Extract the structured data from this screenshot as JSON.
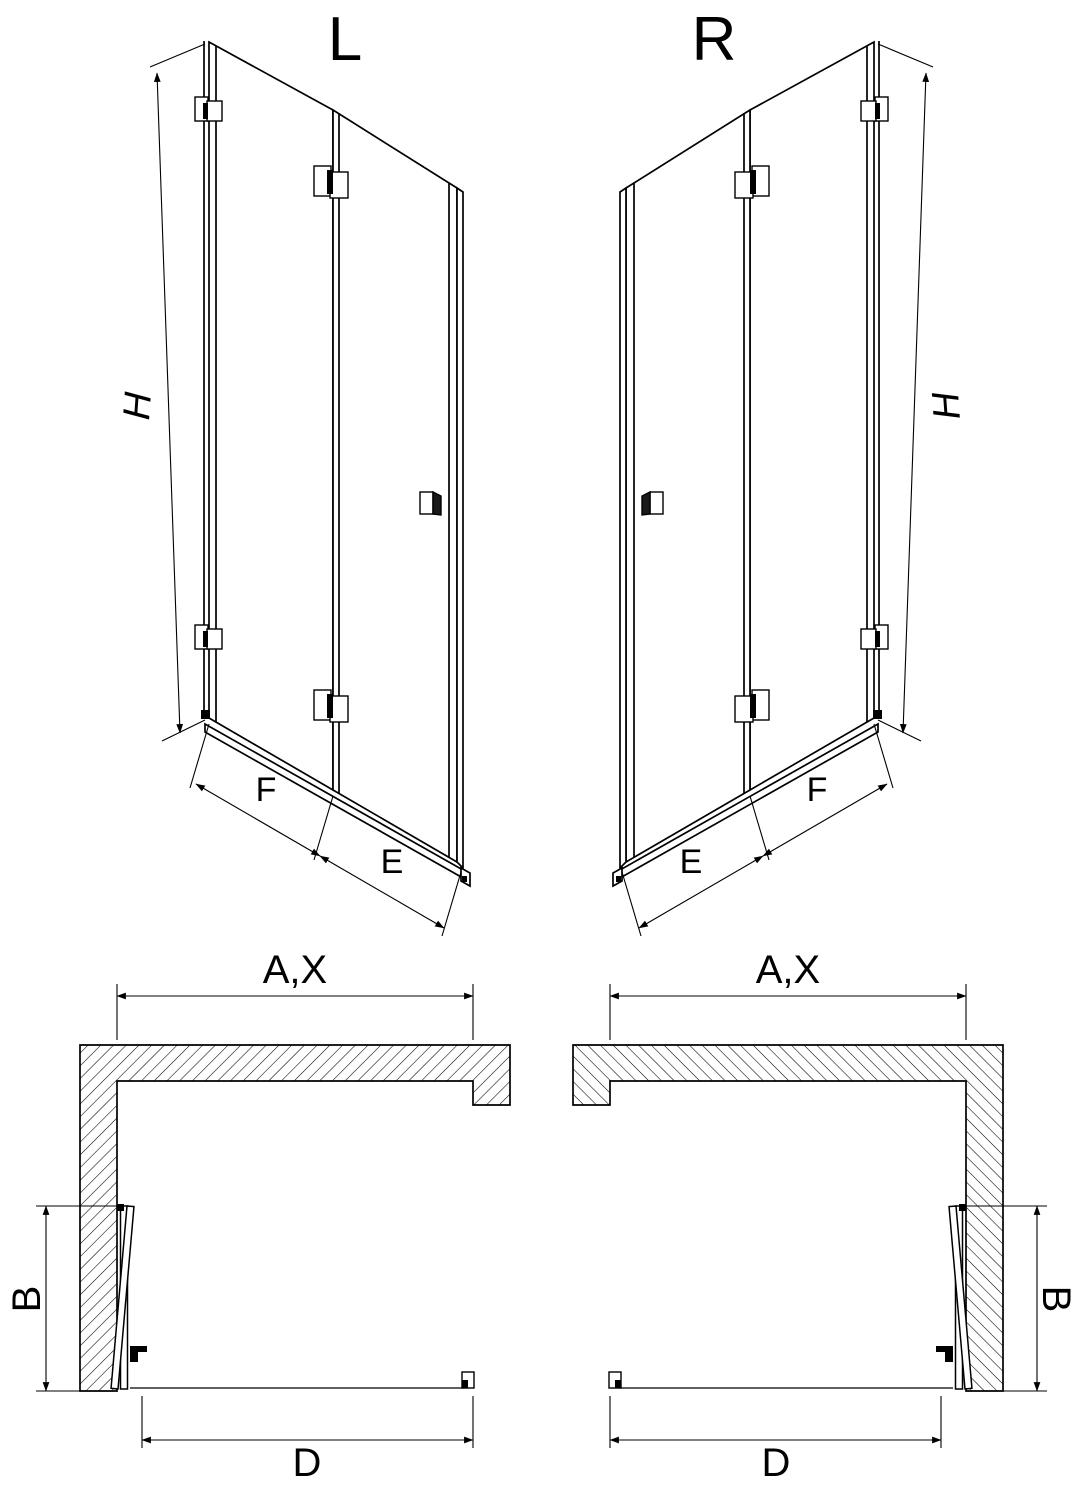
{
  "diagram": {
    "left_view": {
      "title": "L"
    },
    "right_view": {
      "title": "R"
    },
    "dimension_labels": {
      "height": "H",
      "fold_panel_width": "F",
      "door_panel_width": "E",
      "overall_width": "A,X",
      "wall_clearance": "B",
      "entry_width": "D"
    },
    "colors": {
      "line": "#000000",
      "background": "#ffffff"
    }
  }
}
